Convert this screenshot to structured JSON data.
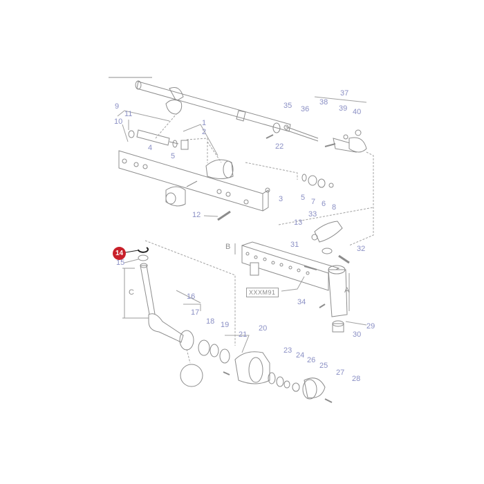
{
  "diagram": {
    "type": "exploded-parts-diagram",
    "highlight": {
      "label": "14",
      "color": "#c8202a"
    },
    "label_color": "#8a8fc4",
    "reference_tag": "XXXM91",
    "dimension_labels": {
      "a": "A",
      "b": "B",
      "c": "C"
    },
    "part_labels": [
      {
        "id": "p1",
        "text": "1"
      },
      {
        "id": "p2",
        "text": "2"
      },
      {
        "id": "p3",
        "text": "3"
      },
      {
        "id": "p4",
        "text": "4"
      },
      {
        "id": "p5a",
        "text": "5"
      },
      {
        "id": "p5b",
        "text": "5"
      },
      {
        "id": "p6",
        "text": "6"
      },
      {
        "id": "p7",
        "text": "7"
      },
      {
        "id": "p8",
        "text": "8"
      },
      {
        "id": "p9",
        "text": "9"
      },
      {
        "id": "p10",
        "text": "10"
      },
      {
        "id": "p11",
        "text": "11"
      },
      {
        "id": "p12",
        "text": "12"
      },
      {
        "id": "p13",
        "text": "13"
      },
      {
        "id": "p15",
        "text": "15"
      },
      {
        "id": "p16",
        "text": "16"
      },
      {
        "id": "p17",
        "text": "17"
      },
      {
        "id": "p18",
        "text": "18"
      },
      {
        "id": "p19",
        "text": "19"
      },
      {
        "id": "p20",
        "text": "20"
      },
      {
        "id": "p21",
        "text": "21"
      },
      {
        "id": "p22",
        "text": "22"
      },
      {
        "id": "p23",
        "text": "23"
      },
      {
        "id": "p24",
        "text": "24"
      },
      {
        "id": "p25",
        "text": "25"
      },
      {
        "id": "p26",
        "text": "26"
      },
      {
        "id": "p27",
        "text": "27"
      },
      {
        "id": "p28",
        "text": "28"
      },
      {
        "id": "p29",
        "text": "29"
      },
      {
        "id": "p30",
        "text": "30"
      },
      {
        "id": "p31",
        "text": "31"
      },
      {
        "id": "p32",
        "text": "32"
      },
      {
        "id": "p33",
        "text": "33"
      },
      {
        "id": "p34",
        "text": "34"
      },
      {
        "id": "p35",
        "text": "35"
      },
      {
        "id": "p36",
        "text": "36"
      },
      {
        "id": "p37",
        "text": "37"
      },
      {
        "id": "p38",
        "text": "38"
      },
      {
        "id": "p39",
        "text": "39"
      },
      {
        "id": "p40",
        "text": "40"
      }
    ]
  }
}
